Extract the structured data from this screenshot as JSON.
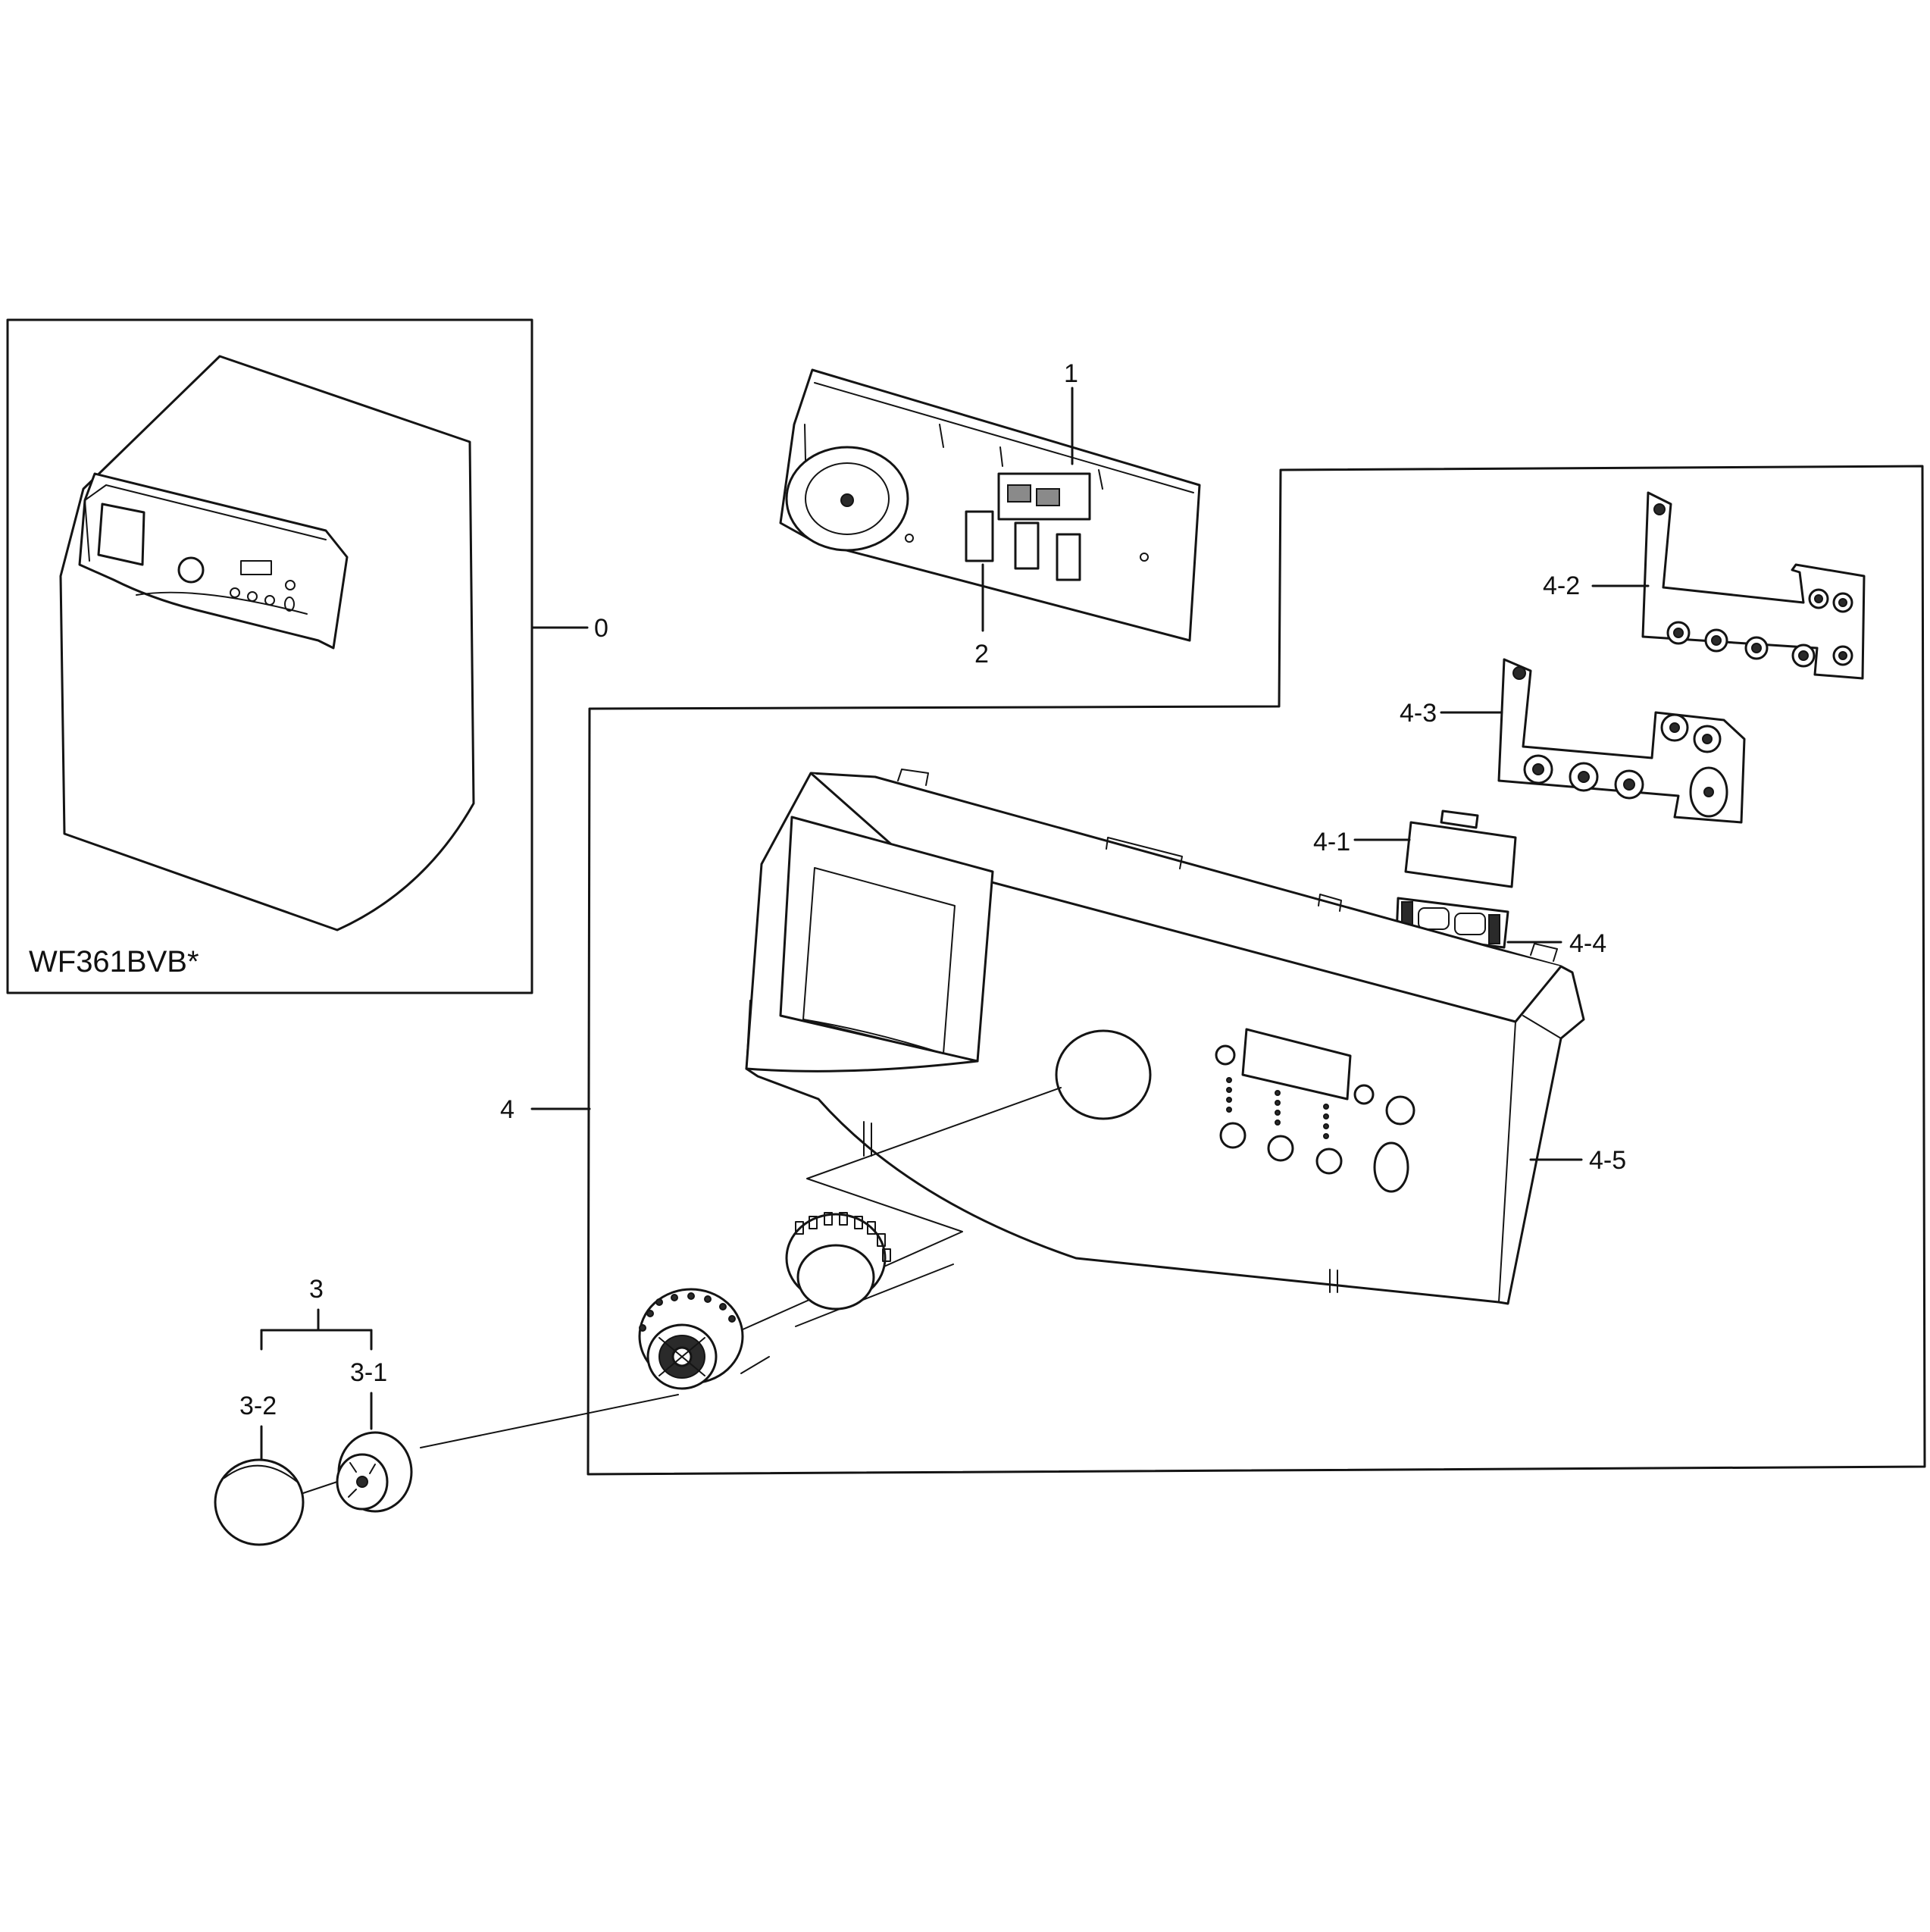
{
  "model_box": {
    "model": "WF361BVB*"
  },
  "callouts": {
    "c0": "0",
    "c1": "1",
    "c2": "2",
    "c3": "3",
    "c3_1": "3-1",
    "c3_2": "3-2",
    "c4": "4",
    "c4_1": "4-1",
    "c4_2": "4-2",
    "c4_3": "4-3",
    "c4_4": "4-4",
    "c4_5": "4-5"
  },
  "colors": {
    "ink": "#141414",
    "background": "#ffffff"
  }
}
